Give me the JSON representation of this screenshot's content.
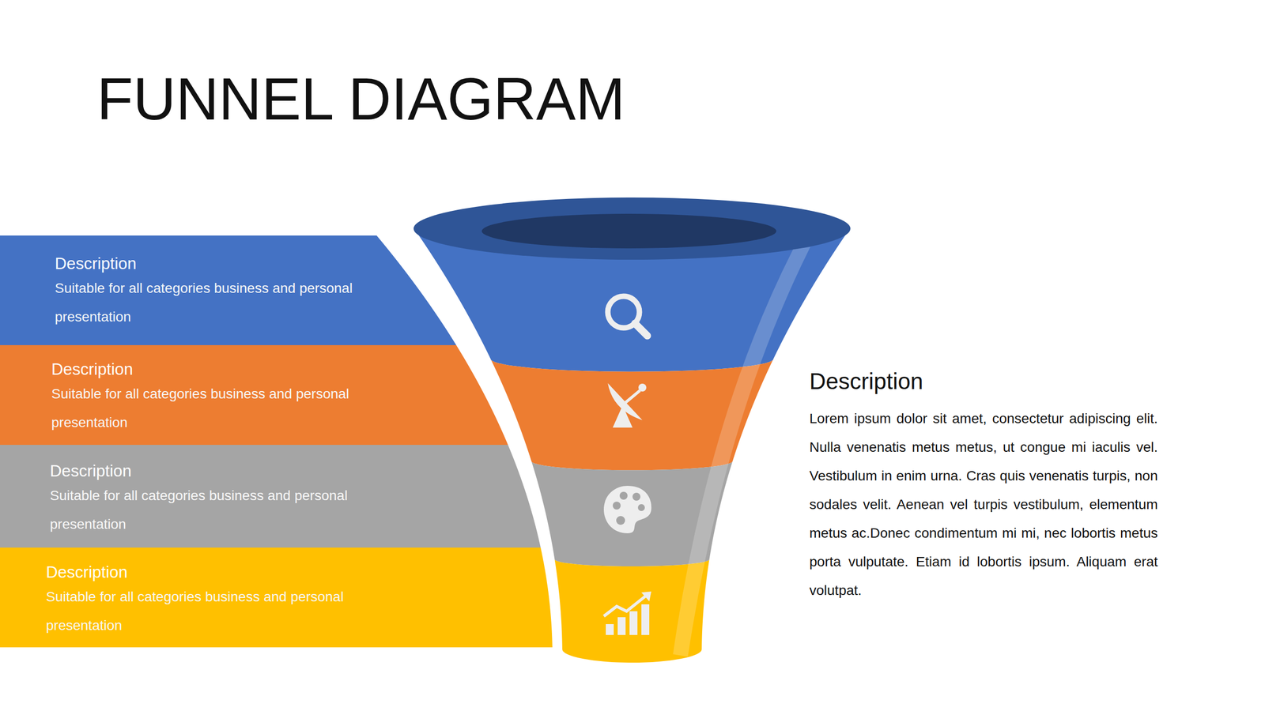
{
  "diagram": {
    "title": "FUNNEL DIAGRAM",
    "nodes": [
      {
        "text": [
          "Description",
          "Suitable for all categories business and personal presentation"
        ]
      },
      {
        "text": [
          "Description",
          "Suitable for all categories business and personal presentation"
        ]
      },
      {
        "text": [
          "Description",
          "Suitable for all categories business and personal presentation"
        ]
      },
      {
        "text": [
          "Description",
          "Suitable for all categories business and personal presentation"
        ]
      }
    ],
    "labels": [
      "Description",
      "Lorem ipsum dolor sit amet, consectetur adipiscing elit. Nulla venenatis metus metus, ut congue mi iaculis vel. Vestibulum in enim urna. Cras quis venenatis turpis, non sodales velit. Aenean vel turpis vestibulum, elementum metus ac.Donec condimentum mi mi, nec lobortis metus porta vulputate. Etiam id lobortis ipsum. Aliquam erat volutpat."
    ]
  }
}
